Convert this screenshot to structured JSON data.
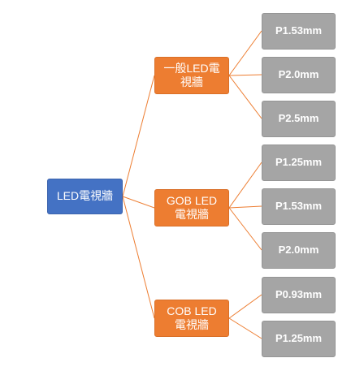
{
  "root": {
    "label": "LED電視牆"
  },
  "categories": [
    {
      "label": "一般LED電視牆",
      "children": [
        "P1.53mm",
        "P2.0mm",
        "P2.5mm"
      ]
    },
    {
      "label": "GOB LED電視牆",
      "children": [
        "P1.25mm",
        "P1.53mm",
        "P2.0mm"
      ]
    },
    {
      "label": "COB LED電視牆",
      "children": [
        "P0.93mm",
        "P1.25mm"
      ]
    }
  ],
  "colors": {
    "root_fill": "#4472c4",
    "category_fill": "#ed7d31",
    "leaf_fill": "#a5a5a5",
    "connector": "#ed7d31"
  }
}
